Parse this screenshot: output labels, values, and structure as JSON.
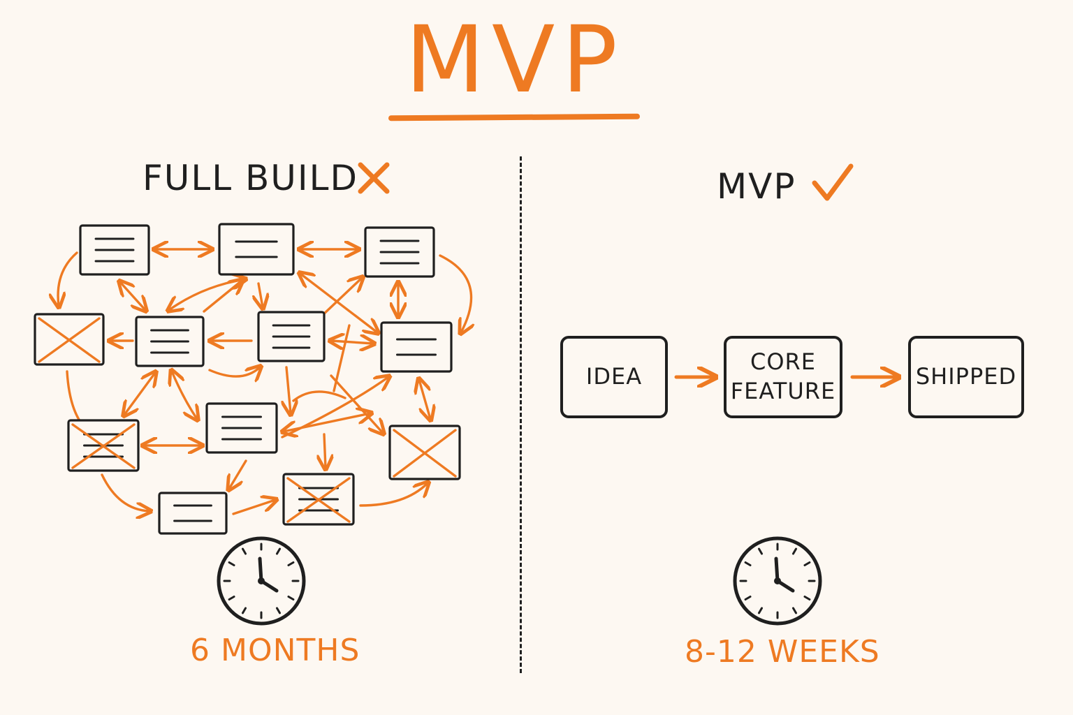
{
  "colors": {
    "accent": "#ee7a22",
    "ink": "#1f1f1f",
    "background": "#fdf8f2"
  },
  "title": "MVP",
  "left": {
    "label": "FULL BUILD",
    "mark_icon": "cross-icon",
    "duration": "6 MONTHS",
    "clock_icon": "clock-icon"
  },
  "right": {
    "label": "MVP",
    "mark_icon": "checkmark-icon",
    "flow": [
      "IDEA",
      "CORE\nFEATURE",
      "SHIPPED"
    ],
    "duration": "8-12 WEEKS",
    "clock_icon": "clock-icon"
  }
}
